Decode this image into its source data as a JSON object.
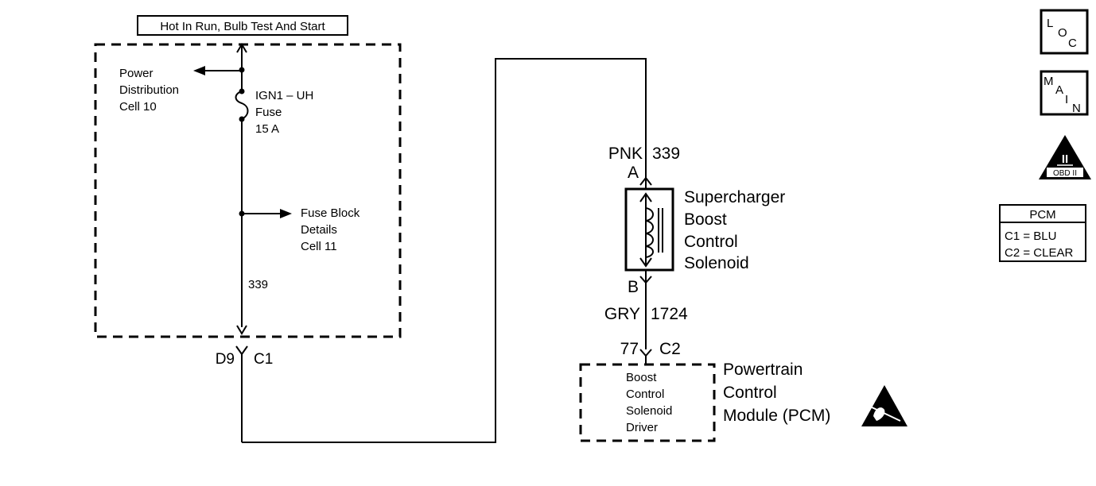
{
  "header": {
    "title": "Hot In Run, Bulb Test And Start"
  },
  "fuse_block": {
    "power_distribution": [
      "Power",
      "Distribution",
      "Cell 10"
    ],
    "fuse": [
      "IGN1 – UH",
      "Fuse",
      "15 A"
    ],
    "fuse_block_details": [
      "Fuse Block",
      "Details",
      "Cell 11"
    ],
    "circuit": "339"
  },
  "connector_c1": {
    "pin": "D9",
    "name": "C1"
  },
  "solenoid": {
    "wire_top_color": "PNK",
    "wire_top_circuit": "339",
    "pin_top": "A",
    "name": [
      "Supercharger",
      "Boost",
      "Control",
      "Solenoid"
    ],
    "pin_bottom": "B",
    "wire_bottom_color": "GRY",
    "wire_bottom_circuit": "1724"
  },
  "pcm": {
    "pin": "77",
    "connector": "C2",
    "driver": [
      "Boost",
      "Control",
      "Solenoid",
      "Driver"
    ],
    "name": [
      "Powertrain",
      "Control",
      "Module (PCM)"
    ]
  },
  "nav": {
    "loc": [
      "L",
      "O",
      "C"
    ],
    "main": [
      "M",
      "A",
      "I",
      "N"
    ],
    "obd": {
      "numeral": "II",
      "label": "OBD II"
    }
  },
  "pcm_legend": {
    "title": "PCM",
    "rows": [
      "C1 = BLU",
      "C2 = CLEAR"
    ]
  },
  "icons": {
    "esd": "esd-sensitive-icon"
  }
}
